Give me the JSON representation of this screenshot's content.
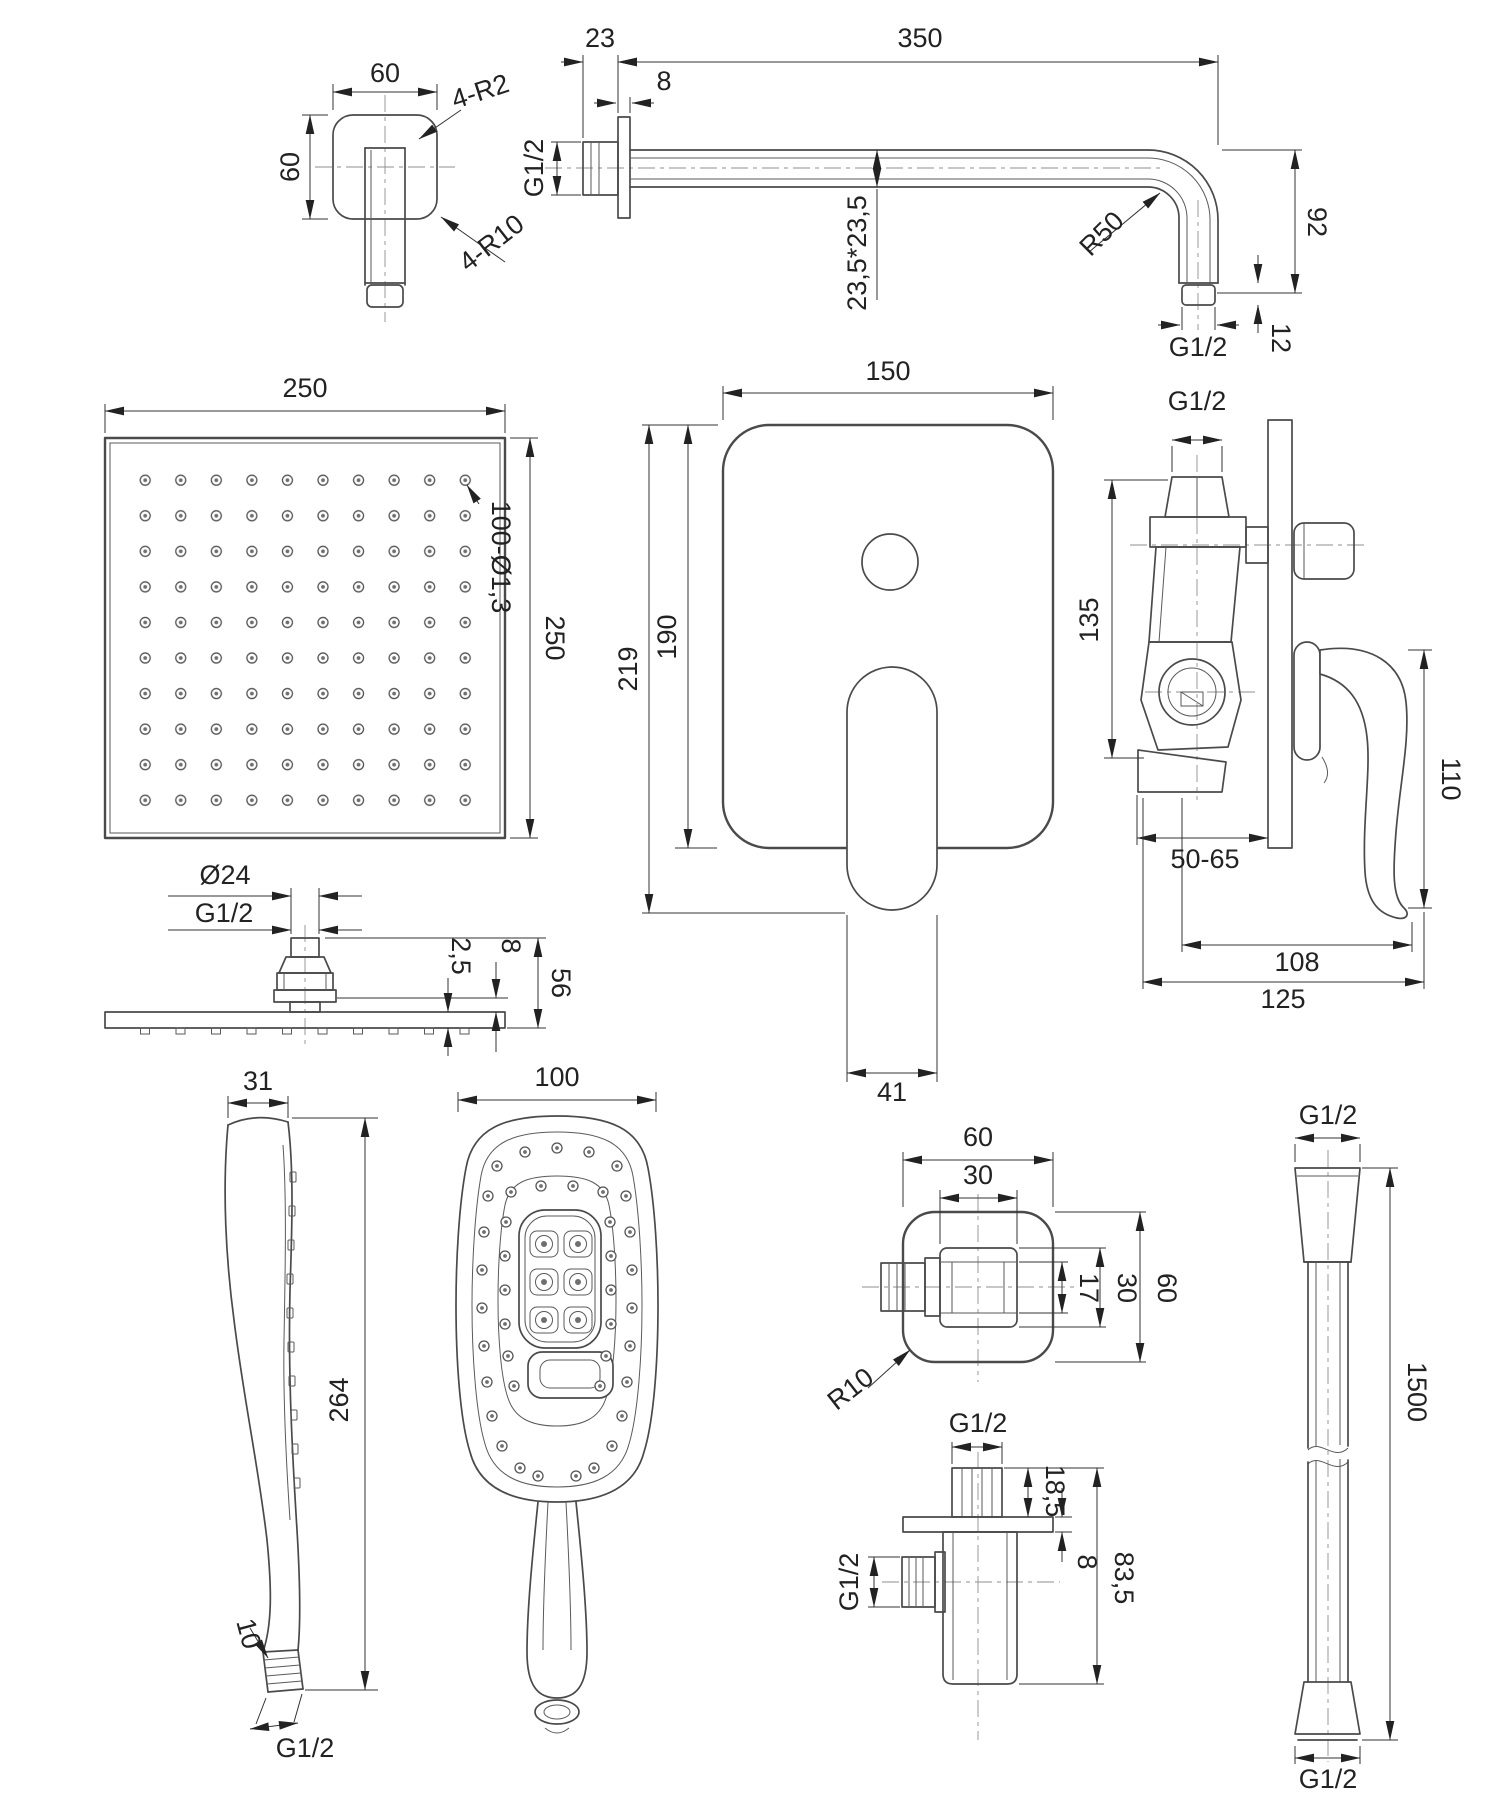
{
  "drawing": {
    "line_color": "#4a4a4a",
    "dim_color": "#222222",
    "views": {
      "elbow_front": {
        "width": "60",
        "height": "60",
        "fillet_front": "4-R2",
        "fillet_body": "4-R10"
      },
      "arm_side": {
        "wall_offset": "23",
        "length": "350",
        "flange_thickness": "8",
        "inlet_thread": "G1/2",
        "tube_section": "23,5*23,5",
        "bend_radius": "R50",
        "drop": "92",
        "thread_length": "12",
        "outlet_thread": "G1/2"
      },
      "head_top": {
        "width": "250",
        "depth": "250",
        "nozzle_note": "100-Ø1,3"
      },
      "head_side": {
        "ball_diameter": "Ø24",
        "thread": "G1/2",
        "clearance": "8",
        "height": "56",
        "plate_thickness": "2,5"
      },
      "plate_front": {
        "width": "150",
        "total_height": "219",
        "plate_height": "190",
        "lever_width": "41"
      },
      "valve_side": {
        "top_thread": "G1/2",
        "body_height": "135",
        "handle_height": "110",
        "depth_range": "50-65",
        "length_body": "108",
        "length_total": "125"
      },
      "hand_side": {
        "head_depth": "31",
        "length": "264",
        "thread_length": "10",
        "thread": "G1/2"
      },
      "hand_front": {
        "head_width": "100"
      },
      "outlet_front": {
        "width": "60",
        "hub_width": "30",
        "nut_size": "17",
        "hub_height": "30",
        "height": "60",
        "corner_radius": "R10"
      },
      "outlet_side": {
        "top_thread": "G1/2",
        "nut_length": "18,5",
        "flange_offset": "8",
        "height": "83,5",
        "side_thread": "G1/2"
      },
      "hose": {
        "top_thread": "G1/2",
        "length": "1500",
        "bottom_thread": "G1/2"
      }
    }
  }
}
